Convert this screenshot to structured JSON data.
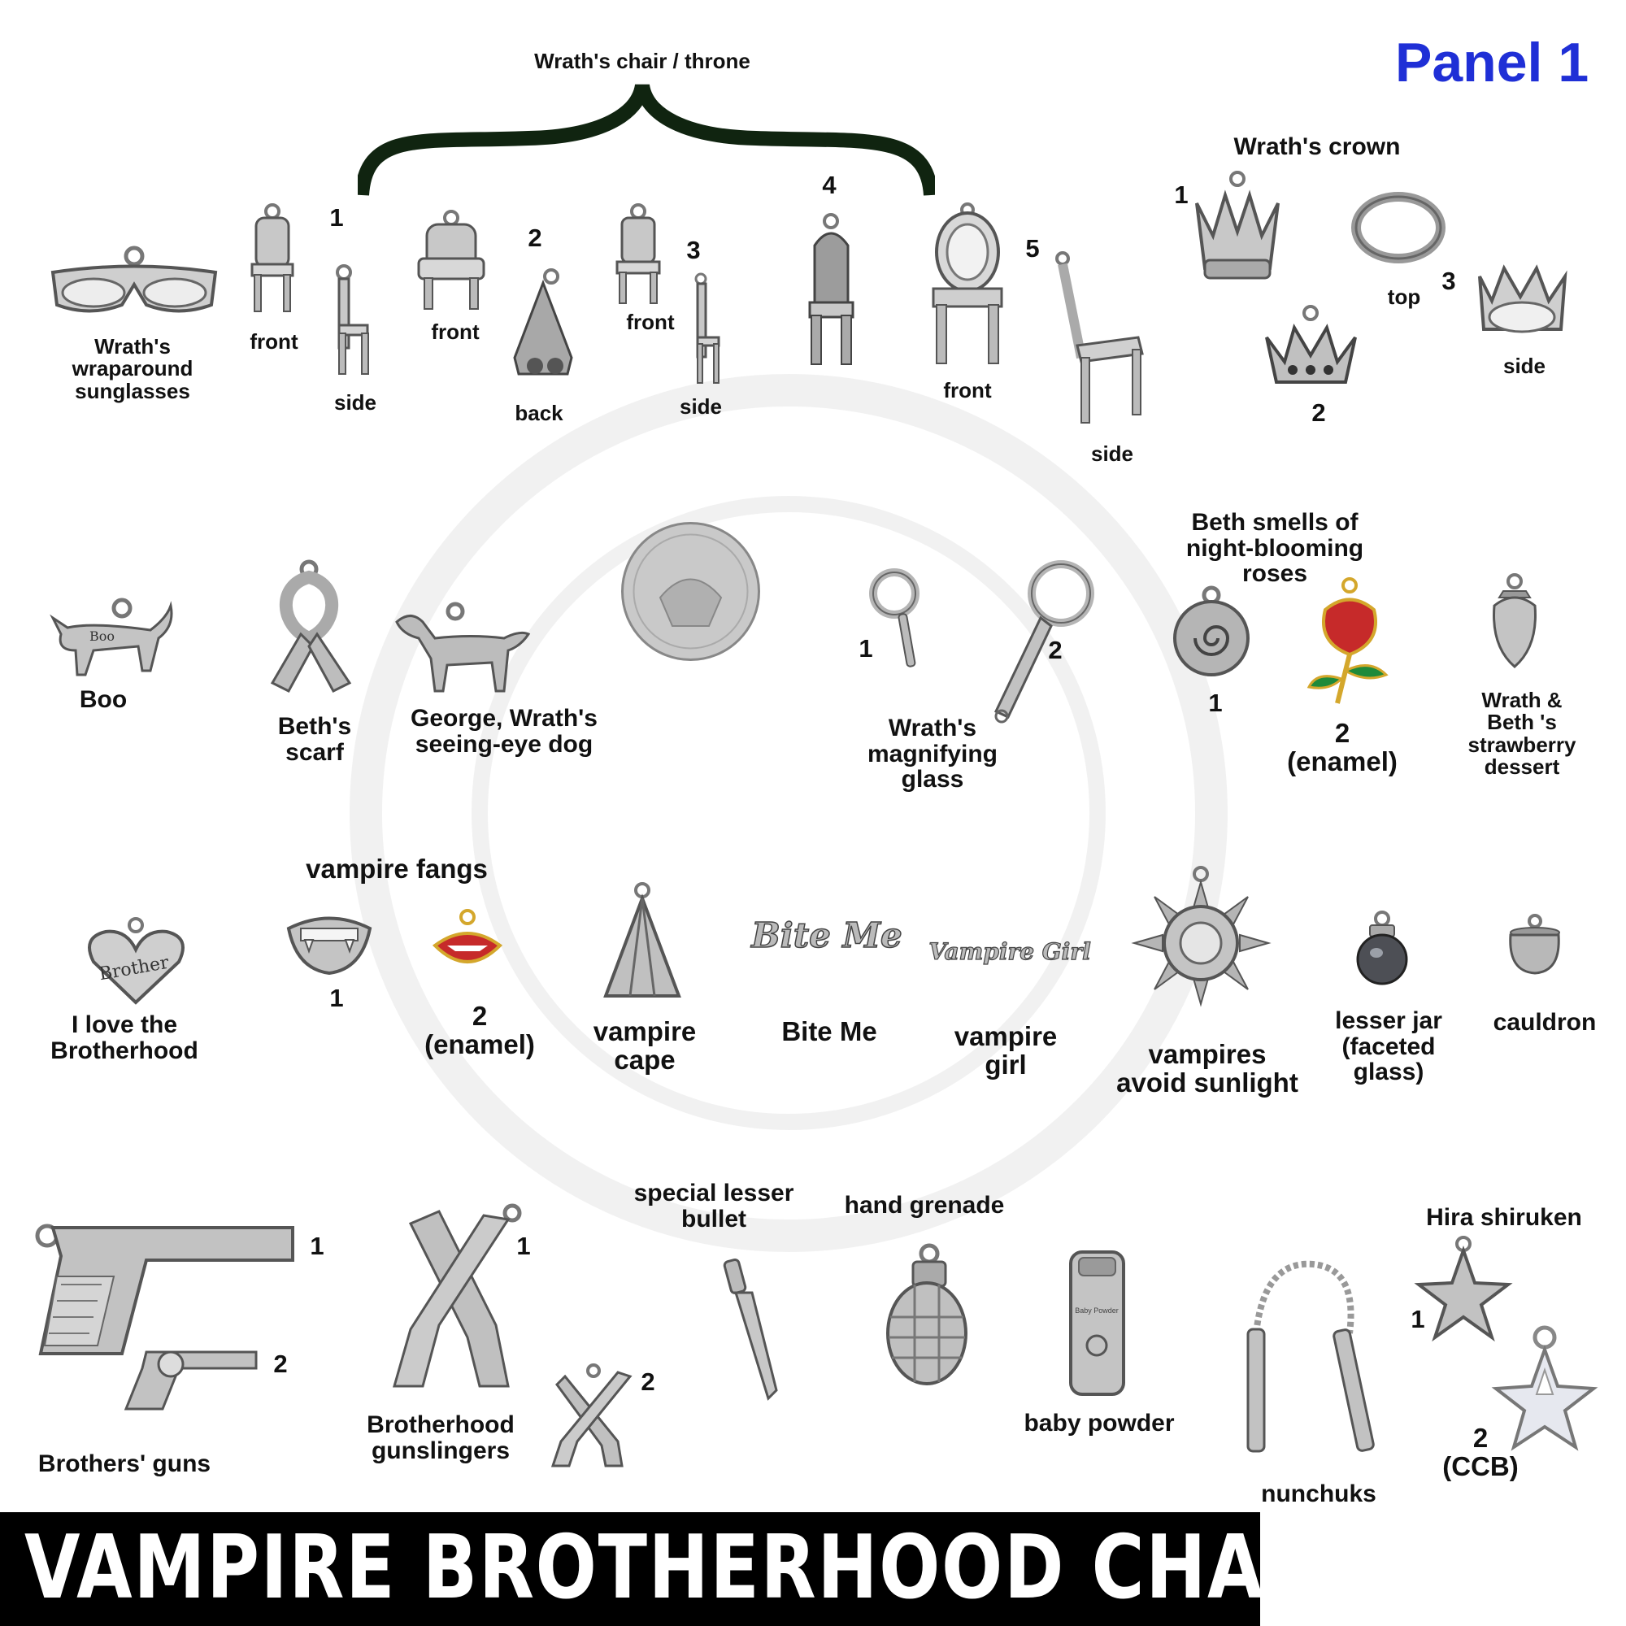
{
  "panel_label": "Panel 1",
  "banner_title": "VAMPIRE BROTHERHOOD CHARMS",
  "colors": {
    "panel_label": "#1f2fd6",
    "brace": "#102410",
    "banner_bg": "#000000",
    "banner_text": "#ffffff",
    "silver": "#b8b8b8",
    "enamel_red": "#c62a2a",
    "enamel_green": "#1f8a3a",
    "gold": "#d4a72c"
  },
  "row1": {
    "throne_group": "Wrath's chair / throne",
    "sunglasses": "Wrath's\nwraparound\nsunglasses",
    "chair1": {
      "num": "1",
      "front": "front",
      "side": "side"
    },
    "chair2": {
      "num": "2",
      "front": "front",
      "back": "back"
    },
    "chair3": {
      "num": "3",
      "front": "front",
      "side": "side"
    },
    "chair4": {
      "num": "4"
    },
    "chair5": {
      "num": "5",
      "front": "front",
      "side": "side"
    },
    "crown": {
      "title": "Wrath's crown",
      "num1": "1",
      "num2": "2",
      "num3": "3",
      "top": "top",
      "side": "side"
    }
  },
  "row2": {
    "boo": "Boo",
    "boo_tag": "Boo",
    "scarf": "Beth's\nscarf",
    "dog": "George, Wrath's\nseeing-eye dog",
    "magnifier": {
      "title": "Wrath's\nmagnifying\nglass",
      "num1": "1",
      "num2": "2"
    },
    "roses": {
      "title": "Beth smells of\nnight-blooming\nroses",
      "num1": "1",
      "num2": "2\n(enamel)"
    },
    "strawberry": "Wrath &\nBeth 's\nstrawberry\ndessert"
  },
  "row3": {
    "heart": "I love the\nBrotherhood",
    "heart_text": "Brother",
    "fangs": {
      "title": "vampire fangs",
      "num1": "1",
      "num2": "2\n(enamel)"
    },
    "cape": "vampire\ncape",
    "biteme": "Bite Me",
    "biteme_text": "Bite Me",
    "vgirl": "vampire\ngirl",
    "vgirl_text": "Vampire Girl",
    "sun": "vampires\navoid sunlight",
    "lesser_jar": "lesser jar\n(faceted\nglass)",
    "cauldron": "cauldron"
  },
  "row4": {
    "guns": {
      "label": "Brothers' guns",
      "num1": "1",
      "num2": "2"
    },
    "gunslingers": {
      "label": "Brotherhood\ngunslingers",
      "num1": "1",
      "num2": "2"
    },
    "bullet": "special lesser\nbullet",
    "grenade": "hand grenade",
    "powder": "baby powder",
    "powder_text": "Baby Powder",
    "nunchuks": "nunchuks",
    "shuriken": {
      "title": "Hira shiruken",
      "num1": "1",
      "num2": "2\n(CCB)"
    }
  }
}
